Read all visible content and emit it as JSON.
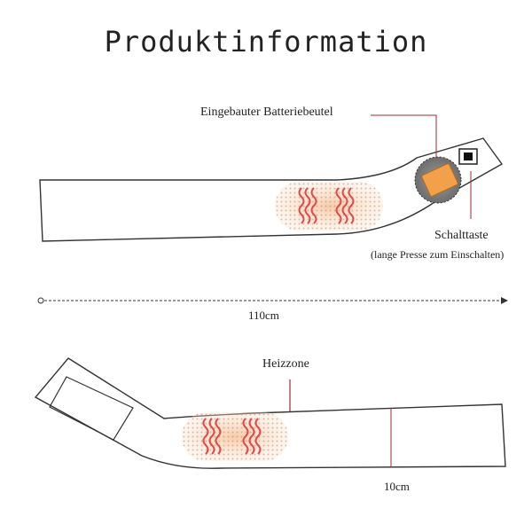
{
  "title": "Produktinformation",
  "labels": {
    "battery_pouch": "Eingebauter Batteriebeutel",
    "switch": "Schalttaste",
    "switch_note": "(lange Presse zum Einschalten)",
    "length": "110cm",
    "heating_zone": "Heizzone",
    "width": "10cm"
  },
  "colors": {
    "outline": "#333333",
    "heat_wave": "#e24a4a",
    "heat_dots": "#c98560",
    "heat_glow": "#f6c9a4",
    "battery": "#f2a04a",
    "battery_ring": "#808080",
    "pointer_line": "#a12a2a"
  },
  "icons": [
    "battery-icon",
    "power-switch-icon",
    "heat-wave-icon"
  ]
}
